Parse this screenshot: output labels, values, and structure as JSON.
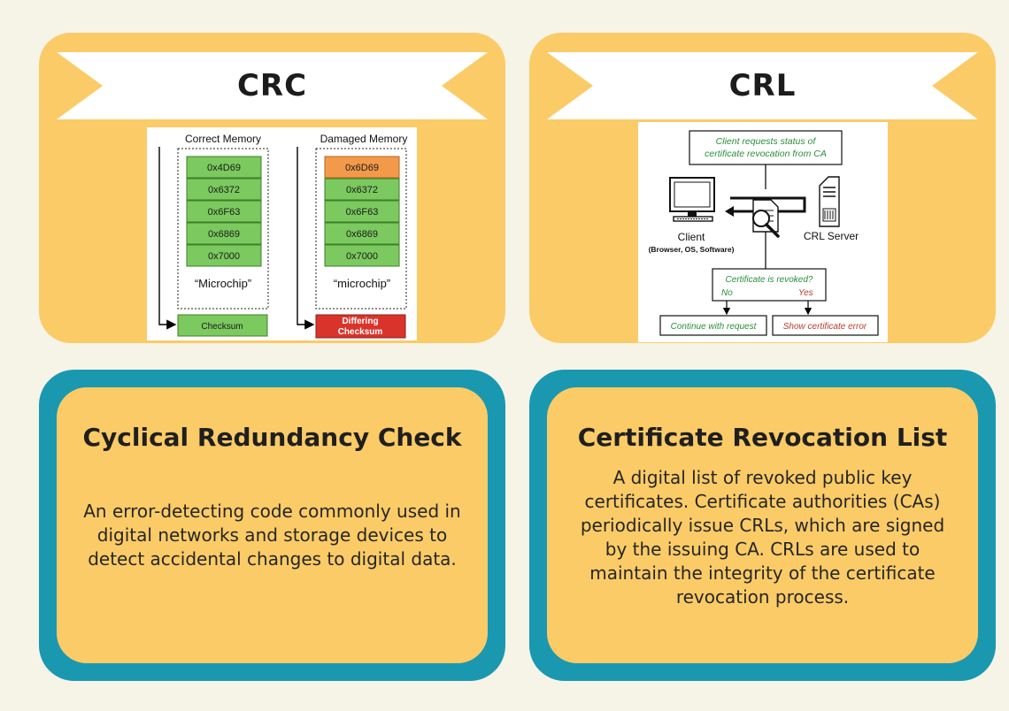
{
  "cards": {
    "crc": {
      "title": "CRC",
      "diagram": {
        "correct_label": "Correct Memory",
        "damaged_label": "Damaged Memory",
        "correct_cells": [
          "0x4D69",
          "0x6372",
          "0x6F63",
          "0x6869",
          "0x7000"
        ],
        "damaged_cells": [
          "0x6D69",
          "0x6372",
          "0x6F63",
          "0x6869",
          "0x7000"
        ],
        "correct_caption": "“Microchip”",
        "damaged_caption": "“microchip”",
        "checksum_label": "Checksum",
        "differing_line1": "Differing",
        "differing_line2": "Checksum"
      }
    },
    "crl": {
      "title": "CRL",
      "diagram": {
        "request_line1": "Client requests status of",
        "request_line2": "certificate revocation from CA",
        "client_label": "Client",
        "client_sub": "(Browser, OS, Software)",
        "server_label": "CRL Server",
        "question": "Certificate is revoked?",
        "no_label": "No",
        "yes_label": "Yes",
        "continue_label": "Continue with request",
        "error_label": "Show certificate error"
      }
    }
  },
  "definitions": {
    "crc": {
      "title": "Cyclical Redundancy Check",
      "body": "An error-detecting code commonly used in digital networks and storage devices to detect accidental changes to digital data."
    },
    "crl": {
      "title": "Certificate Revocation List",
      "body": "A digital list of revoked public key certificates. Certificate authorities (CAs) periodically issue CRLs, which are signed by the issuing CA. CRLs are used to maintain the integrity of the certificate revocation process."
    }
  },
  "colors": {
    "card_yellow": "#fbcb67",
    "teal": "#1a98b0",
    "background": "#f6f4e6",
    "cell_green": "#7bc95f",
    "cell_orange": "#f39a4a",
    "error_red": "#d9342b",
    "crl_green": "#2a8f3a",
    "crl_red": "#c0392b"
  }
}
